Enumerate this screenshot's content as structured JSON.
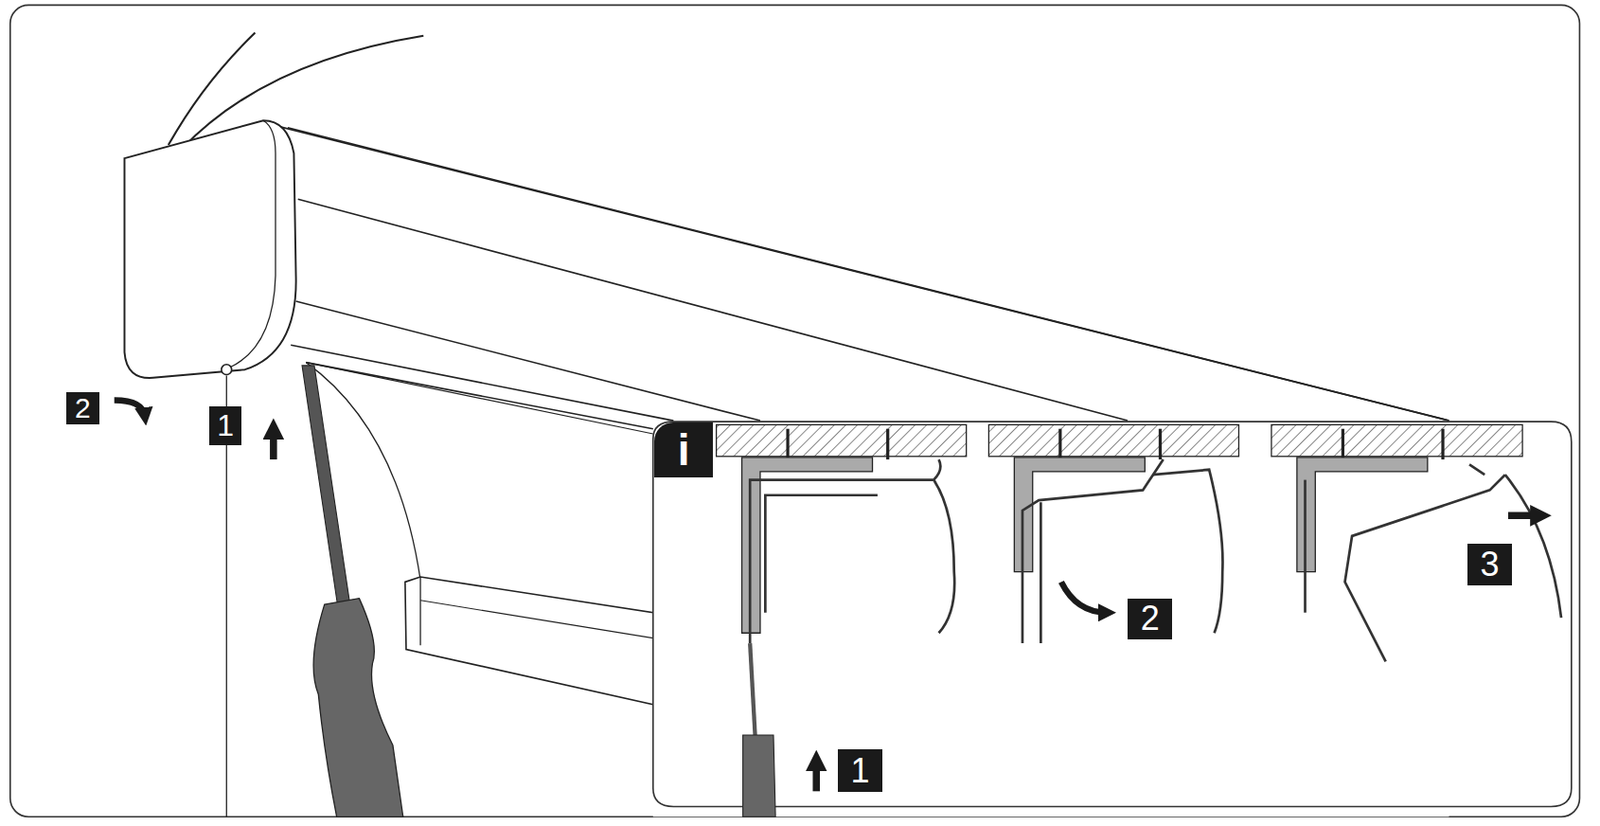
{
  "diagram": {
    "labels": [
      "2",
      "1",
      "i",
      "1",
      "2",
      "3"
    ]
  }
}
